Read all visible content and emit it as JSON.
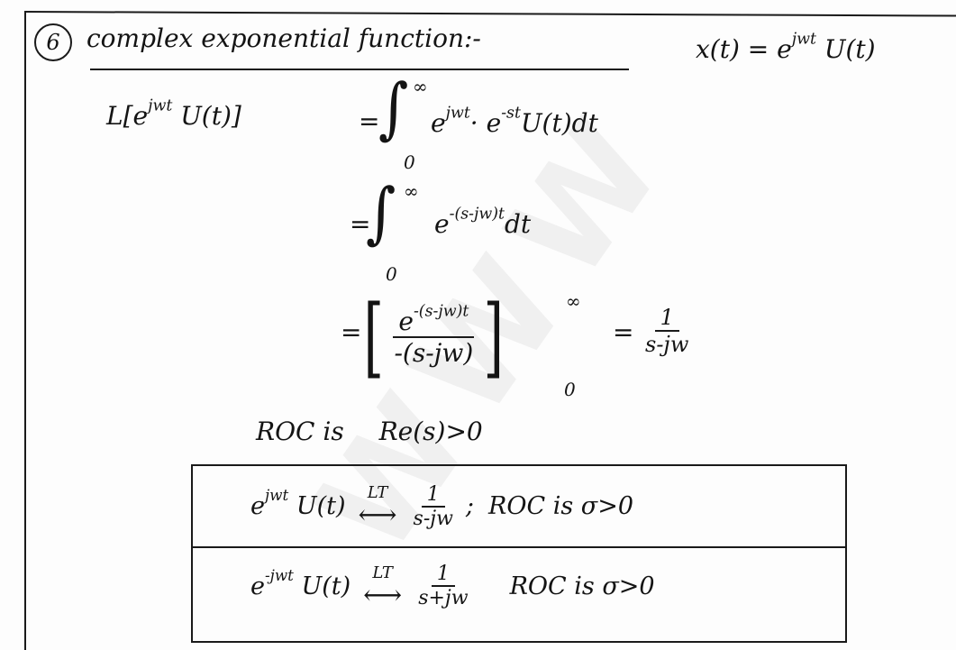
{
  "section": {
    "number": "6",
    "title": "complex exponential function:-",
    "definition": "x(t) = e^{jwt} U(t)",
    "definition_parts": {
      "lhs": "x(t) = e",
      "exp": "jwt",
      "rhs": "U(t)"
    }
  },
  "derivation": {
    "step1": {
      "lhs": "L[e^{jwt} U(t)]",
      "lhs_parts": {
        "a": "L[e",
        "exp": "jwt",
        "b": " U(t)]"
      },
      "equals": "=",
      "upper": "∞",
      "lower": "0",
      "integrand_parts": {
        "e1": "e",
        "exp1": "jwt",
        "dot": "·",
        "e2": "e",
        "exp2": "-st",
        "tail": "U(t)dt"
      }
    },
    "step2": {
      "equals": "=",
      "upper": "∞",
      "lower": "0",
      "integrand_parts": {
        "e": "e",
        "exp": "-(s-jw)t",
        "tail": "dt"
      }
    },
    "step3": {
      "equals": "=",
      "numerator_parts": {
        "e": "e",
        "exp": "-(s-jw)t"
      },
      "denominator": "-(s-jw)",
      "upper": "∞",
      "lower": "0",
      "result_equals": "=",
      "result_numerator": "1",
      "result_denominator": "s-jw"
    }
  },
  "roc_statement": {
    "label": "ROC is",
    "condition": "Re(s)>0"
  },
  "summary_table": {
    "rows": [
      {
        "signal_base": "e",
        "signal_exp": "jwt",
        "signal_tail": "U(t)",
        "arrow_label": "LT",
        "arrow": "⟷",
        "numerator": "1",
        "denominator": "s-jw",
        "separator": ";",
        "roc": "ROC is σ>0"
      },
      {
        "signal_base": "e",
        "signal_exp": "-jwt",
        "signal_tail": "U(t)",
        "arrow_label": "LT",
        "arrow": "⟷",
        "numerator": "1",
        "denominator": "s+jw",
        "separator": "",
        "roc": "ROC is σ>0"
      }
    ]
  }
}
